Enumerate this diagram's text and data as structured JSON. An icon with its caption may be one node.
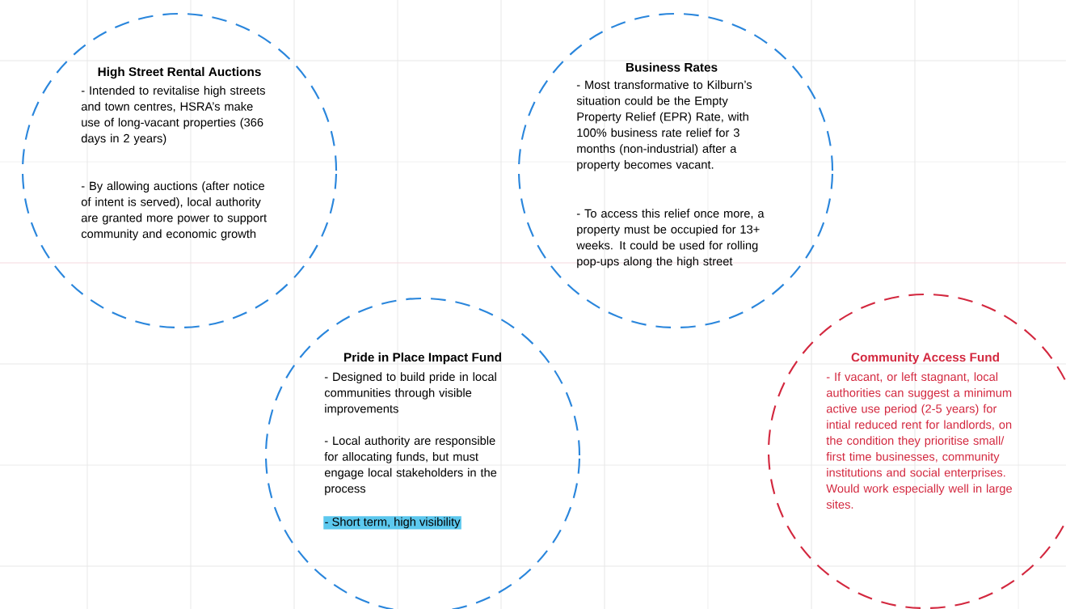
{
  "diagram": {
    "nodes": [
      {
        "text": [
          "High Street Rental Auctions",
          "- Intended to revitalise high streets and town centres, HSRA’s make use of long-vacant properties (366 days in 2 years)",
          "- By allowing auctions (after notice of intent is served), local authority are granted more power to support community and economic growth"
        ]
      },
      {
        "text": [
          "Business Rates",
          "- Most transformative to Kilburn’s situation could be the Empty Property Relief (EPR) Rate, with 100% business rate relief for 3 months (non-industrial) after a property becomes vacant.",
          "- To access this relief once more, a property must be occupied for 13+ weeks. It could be used for rolling pop-ups along the high street"
        ]
      },
      {
        "text": [
          "Pride in Place Impact Fund",
          "- Designed to build pride in local communities through visible improvements",
          "- Local authority are responsible for allocating funds, but must engage local stakeholders in the process",
          "- Short term, high visibility"
        ]
      },
      {
        "text": [
          "Community Access Fund",
          "- If vacant, or left stagnant, local authorities can suggest a minimum active use period (2-5 years) for intial reduced rent for landlords, on the condition they prioritise small/ first time businesses, community institutions and social enterprises. Would work especially well in large sites."
        ]
      }
    ]
  }
}
